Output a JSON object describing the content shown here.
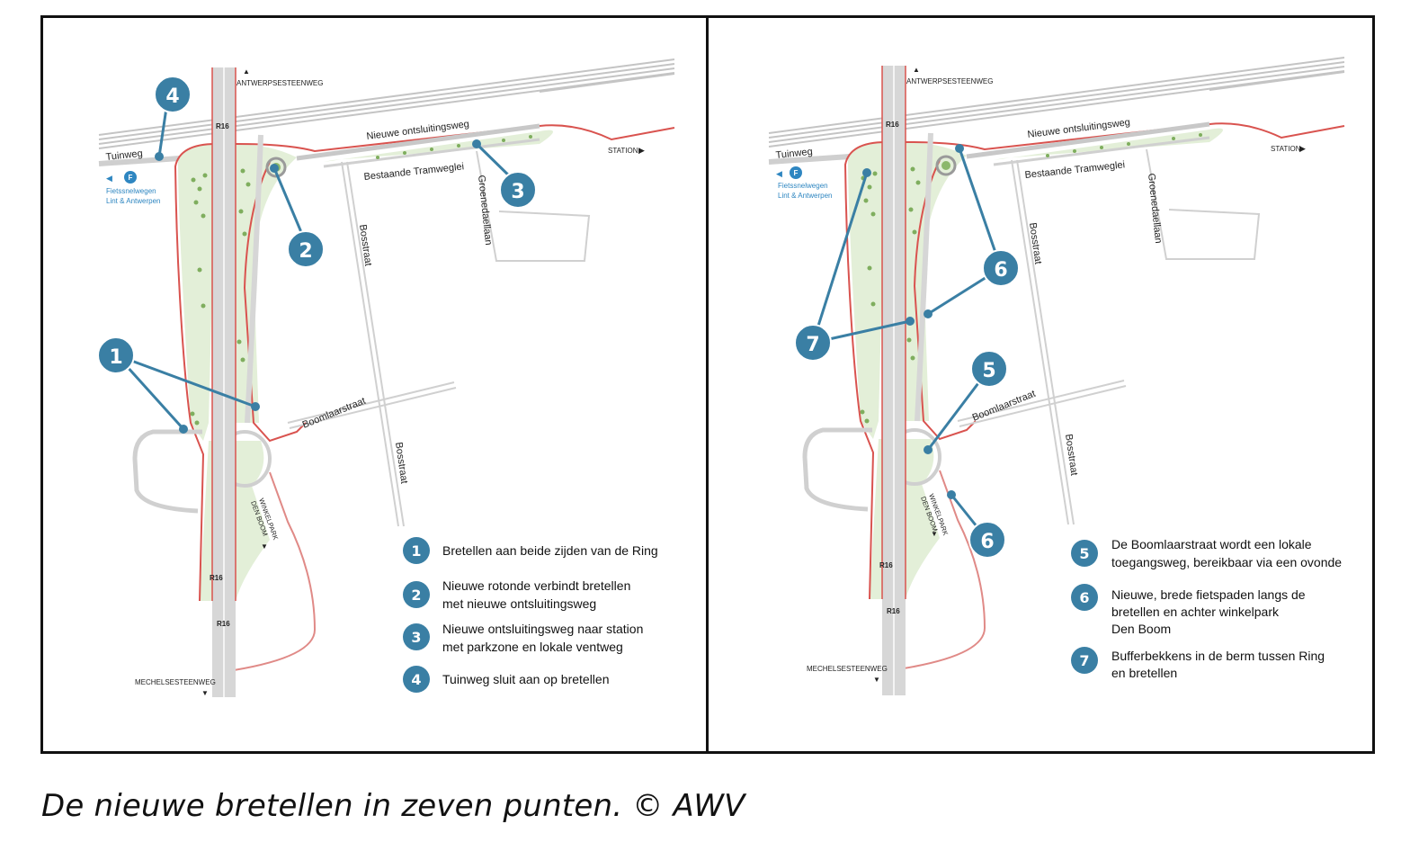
{
  "caption": "De nieuwe bretellen in zeven punten. © AWV",
  "colors": {
    "callout_blue": "#3a7fa4",
    "road_red": "#d9534f",
    "green_area": "#e3efd8",
    "road_grey": "#c8c8c8"
  },
  "map_labels": {
    "antwerpsesteenweg": "ANTWERPSESTEENWEG",
    "r16": "R16",
    "tuinweg": "Tuinweg",
    "nieuwe_ontsluitingsweg": "Nieuwe ontsluitingsweg",
    "bestaande_tramweglei": "Bestaande Tramweglei",
    "station": "STATION",
    "groenedaellaan": "Groenedaellaan",
    "bosstraat": "Bosstraat",
    "boomlaarstraat": "Boomlaarstraat",
    "winkelpark_1": "WINKELPARK",
    "winkelpark_2": "DEN BOOM",
    "mechelsesteenweg": "MECHELSESTEENWEG",
    "fiets_1": "Fietssnelwegen",
    "fiets_2": "Lint & Antwerpen",
    "fiets_icon_letter": "F"
  },
  "left_panel": {
    "badges": [
      "4",
      "2",
      "3",
      "1"
    ],
    "legend": [
      {
        "num": "1",
        "line1": "Bretellen aan beide zijden van de Ring",
        "line2": ""
      },
      {
        "num": "2",
        "line1": "Nieuwe rotonde verbindt bretellen",
        "line2": "met nieuwe ontsluitingsweg"
      },
      {
        "num": "3",
        "line1": "Nieuwe ontsluitingsweg naar station",
        "line2": "met parkzone en lokale ventweg"
      },
      {
        "num": "4",
        "line1": "Tuinweg sluit aan op bretellen",
        "line2": ""
      }
    ]
  },
  "right_panel": {
    "badges": [
      "6",
      "7",
      "5",
      "6"
    ],
    "legend": [
      {
        "num": "5",
        "line1": "De Boomlaarstraat wordt een lokale",
        "line2": "toegangsweg, bereikbaar via een ovonde",
        "line3": ""
      },
      {
        "num": "6",
        "line1": "Nieuwe, brede fietspaden langs de",
        "line2": "bretellen en achter winkelpark",
        "line3": "Den Boom"
      },
      {
        "num": "7",
        "line1": "Bufferbekkens in de berm tussen Ring",
        "line2": "en bretellen",
        "line3": ""
      }
    ]
  }
}
